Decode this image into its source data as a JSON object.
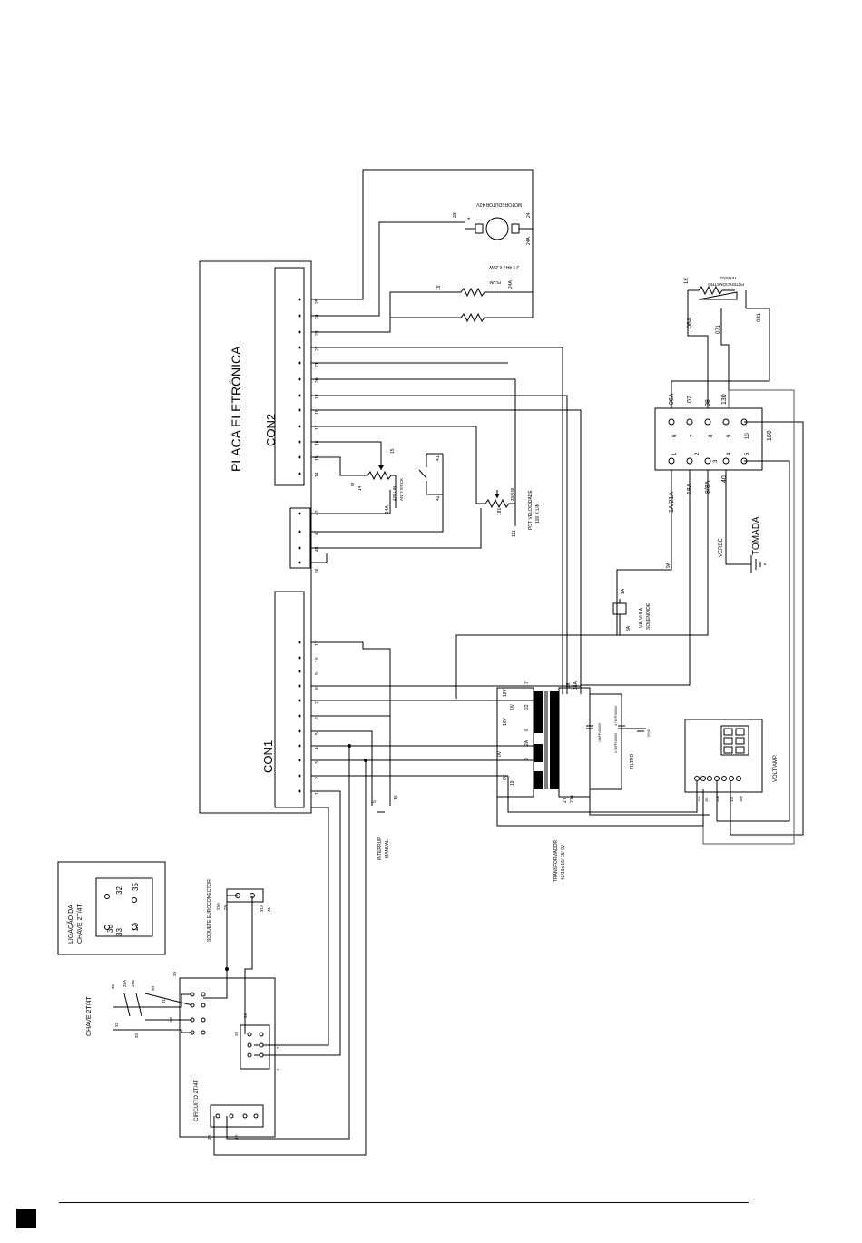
{
  "board": {
    "title": "PLACA ELETRÔNICA",
    "con1": "CON1",
    "con2": "CON2",
    "con2_pins": [
      "25",
      "24",
      "23",
      "22",
      "21",
      "20",
      "19",
      "18",
      "17",
      "16",
      "15",
      "14"
    ],
    "mid_pins": [
      "42",
      "41",
      "45",
      "66"
    ],
    "con1_pins": [
      "11",
      "10",
      "9",
      "8",
      "7",
      "6",
      "5",
      "4",
      "3",
      "2",
      "1"
    ]
  },
  "motor": {
    "label": "MOTOREDUTOR 42V",
    "pin_a": "23",
    "pin_b": "24",
    "pin_c": "24A",
    "polarity": "+"
  },
  "resistors": {
    "label": "2 x 4R7 x 25W",
    "pin_a": "19",
    "pin_b": "24A",
    "sub": "PLUM"
  },
  "pot47": {
    "label": "47K LIN",
    "sub": "ANTI-STICK",
    "p1": "15",
    "p2": "14",
    "p3": "14A",
    "wiper": "W"
  },
  "switch41": {
    "p1": "41",
    "p2": "42"
  },
  "speed_pot": {
    "label": "POT VELOCIDADE",
    "sub": "100 K LIN",
    "p1": "181",
    "p2": "111",
    "p3": "20A/30"
  },
  "potentiometer": {
    "label": "POTENCIÔMETRO",
    "sub": "TENSÃO",
    "value": "1K",
    "p1": "071",
    "p2": "081"
  },
  "terminal": {
    "top_labels": [
      "06A",
      "07",
      "08",
      "130"
    ],
    "nums_top": [
      "6",
      "7",
      "8",
      "9",
      "10"
    ],
    "nums_bot": [
      "1",
      "2",
      "3",
      "4",
      "5"
    ],
    "bottom_labels": [
      "1A/21A",
      "18A",
      "8/8A",
      "40"
    ],
    "side": "160"
  },
  "tomada": {
    "label": "TOMADA",
    "verde": "VERDE"
  },
  "valve": {
    "label": "VÁLVULA",
    "sub": "SOLENÓIDE",
    "p1": "8A",
    "p2": "1A",
    "p3": "9A"
  },
  "transformer": {
    "label": "TRANSFORMADOR",
    "sub": "42/16x 16/ 18/ 0V",
    "taps_left": [
      "18V",
      "0V",
      "16V",
      "0V",
      "0V"
    ],
    "pins_left": [
      "7",
      "22",
      "6",
      "2A",
      "3",
      "19"
    ],
    "pins_right": [
      "16",
      "16A",
      "2T",
      "21A"
    ]
  },
  "filtro": {
    "label": "FILTRO",
    "c1": "10kPF/4000V",
    "c2": "4,7kPF/4000V",
    "gnd": "GND"
  },
  "voltamp": {
    "label": "VOLT/AMP.",
    "pins": [
      "11B",
      "2B",
      "10B",
      "1W",
      "16E"
    ]
  },
  "interrup": {
    "label": "INTERRUP.",
    "sub": "MANUAL",
    "p1": "5",
    "p2": "10"
  },
  "soquete": {
    "label": "SOQUETE EUROCONECTOR",
    "p1": "29A",
    "p2": "29",
    "p3": "31A",
    "p4": "31"
  },
  "ligacao": {
    "title": "LIGAÇÃO DA",
    "sub": "CHAVE 2T/4T",
    "n30": "30",
    "n32": "32",
    "n35": "35",
    "n33": "33",
    "n29": "29"
  },
  "chave": {
    "label": "CHAVE 2T/4T",
    "pins": [
      "35",
      "29A",
      "29B",
      "30",
      "32",
      "33",
      "31",
      "32"
    ]
  },
  "circuito": {
    "label": "CIRCUITO 2T/4T",
    "pins": [
      "30",
      "29",
      "26",
      "2",
      "1",
      "3A",
      "4A"
    ]
  }
}
